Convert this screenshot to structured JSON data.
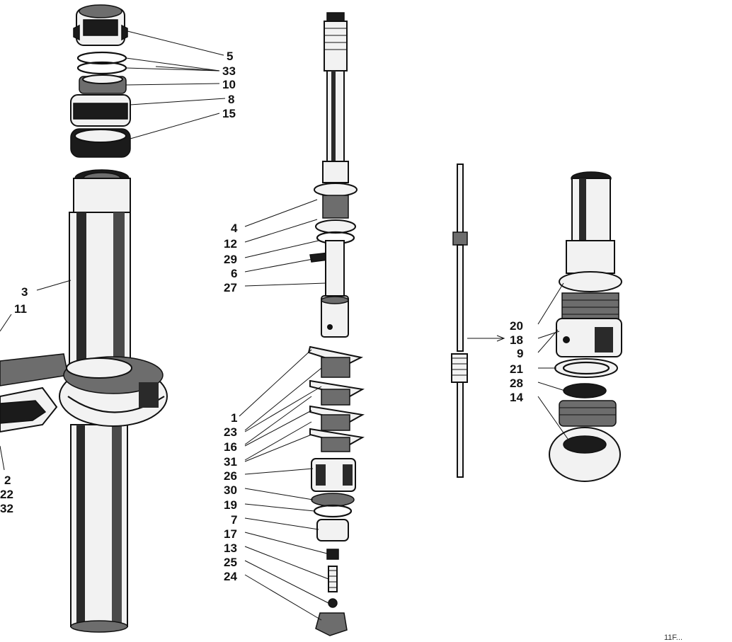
{
  "callouts": {
    "c5": "5",
    "c33": "33",
    "c10": "10",
    "c8": "8",
    "c15": "15",
    "c3": "3",
    "c11": "11",
    "c2": "2",
    "c22": "22",
    "c32": "32",
    "c4": "4",
    "c12": "12",
    "c29": "29",
    "c6": "6",
    "c27": "27",
    "c1": "1",
    "c23": "23",
    "c16": "16",
    "c31": "31",
    "c26": "26",
    "c30": "30",
    "c19": "19",
    "c7": "7",
    "c17": "17",
    "c13": "13",
    "c25": "25",
    "c24": "24",
    "c20": "20",
    "c18": "18",
    "c9": "9",
    "c21": "21",
    "c28": "28",
    "c14": "14"
  },
  "corner_mark": "11F..."
}
